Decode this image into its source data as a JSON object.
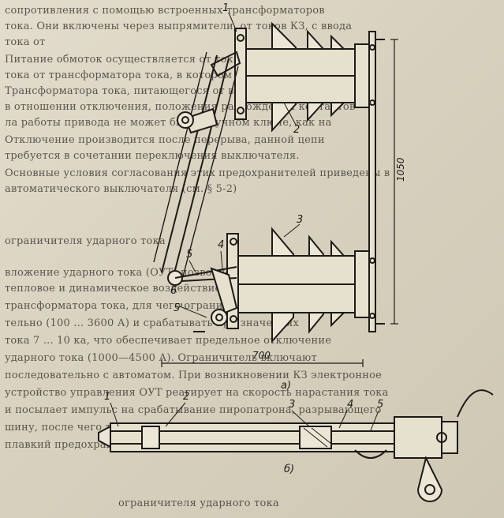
{
  "text_lines": [
    "сопротивления с помощью встроенных трансформаторов",
    "тока. Они включены через выпрямители, от токов КЗ, с ввода",
    "тока от",
    "Питание обмоток осуществляется от тока КЗ, через опоры и к",
    "тока от трансформатора тока, в котором нестабильность",
    "Трансформатора тока, питающегося от выводов контактов, что",
    "в отношении отключения, положения расхождения контактов",
    "ла работы привода не может быть с ручном ключе, как на",
    "Отключение производится после перерыва, данной цепи",
    "требуется в сочетании переключения выключателя.",
    "Основные условия согласования этих предохранителей приведены в",
    "автоматического выключателя (см. § 5-2)",
    "ограничителя ударного тока",
    "вложение ударного тока (ОУТ) позволяет предотвратить",
    "тепловое и динамическое воздействие тока КЗ на оборудование",
    "трансформатора тока, для чего ограничитель должен",
    "тельно (100 ... 3600 А) и срабатывать при значениях",
    "тока 7 ... 10 ка, что обеспечивает предельное отключение",
    "ударного тока (1000—4500 А). Ограничитель включают",
    "последовательно с автоматом. При возникновении КЗ электронное",
    "устройство управления ОУТ реагирует на скорость нарастания тока",
    "и посылает импульс на срабатывание пиропатрона, разрывающего",
    "шину, после чего ток переходит в параллельно включенный",
    "плавкий предохранитель, который гасит дугу.",
    "ограничителя ударного тока"
  ],
  "figure": {
    "labels": {
      "l1": "1",
      "l2": "2",
      "l3": "3",
      "l4": "4",
      "l5": "5",
      "l5p": "5'",
      "l6": "6",
      "b3": "3",
      "b4": "4",
      "b5": "5",
      "b2": "2",
      "b1": "1"
    },
    "dims": {
      "height": "1050",
      "width": "700"
    },
    "subfig_a": "a)",
    "subfig_b": "б)"
  },
  "colors": {
    "paper": "#d9d3c3",
    "ink": "#1d1b17"
  }
}
